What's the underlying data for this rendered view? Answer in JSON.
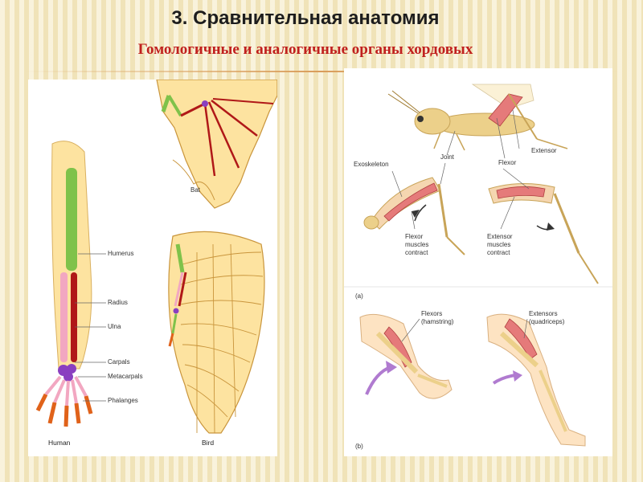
{
  "slide": {
    "title": "3. Сравнительная анатомия",
    "subtitle": "Гомологичные и аналогичные органы хордовых"
  },
  "left_figure": {
    "labels": {
      "bat": "Bat",
      "humerus": "Humerus",
      "radius": "Radius",
      "ulna": "Ulna",
      "carpals": "Carpals",
      "metacarpals": "Metacarpals",
      "phalanges": "Phalanges",
      "human": "Human",
      "bird": "Bird"
    },
    "colors": {
      "humerus": "#7fc24a",
      "radius": "#f2a7c1",
      "ulna": "#b01818",
      "carpals": "#8a3fc0",
      "phalanges": "#e0621a",
      "skin": "#fde3a0"
    }
  },
  "right_figure": {
    "labels": {
      "extensor": "Extensor",
      "exoskeleton": "Exoskeleton",
      "joint": "Joint",
      "flexor": "Flexor",
      "flexor_contract_1": "Flexor",
      "flexor_contract_2": "muscles",
      "flexor_contract_3": "contract",
      "extensor_contract_1": "Extensor",
      "extensor_contract_2": "muscles",
      "extensor_contract_3": "contract",
      "panel_a": "(a)",
      "flexors_1": "Flexors",
      "flexors_2": "(hamstring)",
      "extensors_1": "Extensors",
      "extensors_2": "(quadriceps)",
      "panel_b": "(b)"
    }
  }
}
